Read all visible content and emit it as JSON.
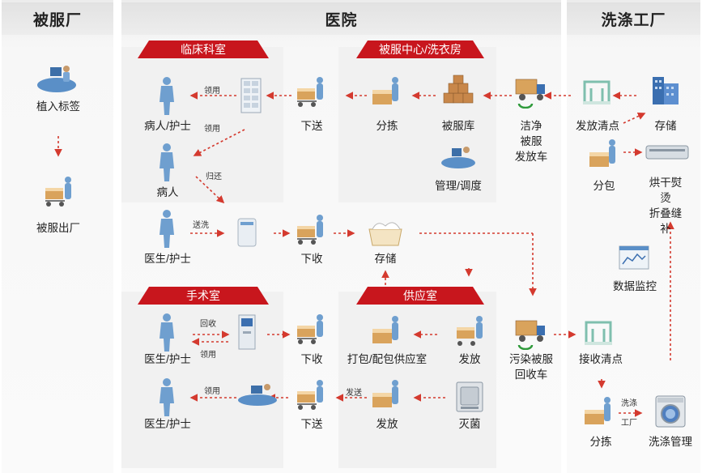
{
  "columns": {
    "left": "被服厂",
    "middle": "医院",
    "right": "洗涤工厂"
  },
  "sections": {
    "clinical": "临床科室",
    "center": "被服中心/洗衣房",
    "surgery": "手术室",
    "supply": "供应室"
  },
  "nodes": {
    "implant_tag": "植入标签",
    "factory_out": "被服出厂",
    "patient_nurse": "病人/护士",
    "patient": "病人",
    "doctor_nurse_1": "医生/护士",
    "delivery_1": "下送",
    "sorting_1": "分拣",
    "linen_store": "被服库",
    "mgmt": "管理/调度",
    "clean_truck": "洁净\n被服\n发放车",
    "dispatch_check": "发放清点",
    "storage_wf": "存储",
    "packaging": "分包",
    "dry_iron": "烘干熨烫\n折叠缝补",
    "collect_1": "下收",
    "storage_h": "存储",
    "data_monitor": "数据监控",
    "doctor_nurse_2": "医生/护士",
    "collect_2": "下收",
    "pack_supply": "打包/配包供应室",
    "dispense_1": "发放",
    "dirty_truck": "污染被服\n回收车",
    "receive_check": "接收清点",
    "doctor_nurse_3": "医生/护士",
    "delivery_2": "下送",
    "dispense_2": "发放",
    "sterilize": "灭菌",
    "sorting_2": "分拣",
    "wash_mgmt": "洗涤管理"
  },
  "edge_labels": {
    "use_1": "领用",
    "use_2": "领用",
    "return": "归还",
    "send_wash": "送洗",
    "recover": "回收",
    "use_3": "领用",
    "use_4": "领用",
    "send": "发送",
    "wash_factory": "洗涤\n工厂"
  },
  "colors": {
    "accent_red": "#c8161d",
    "arrow_red": "#d43a2f",
    "person_blue": "#6f9fcf"
  }
}
